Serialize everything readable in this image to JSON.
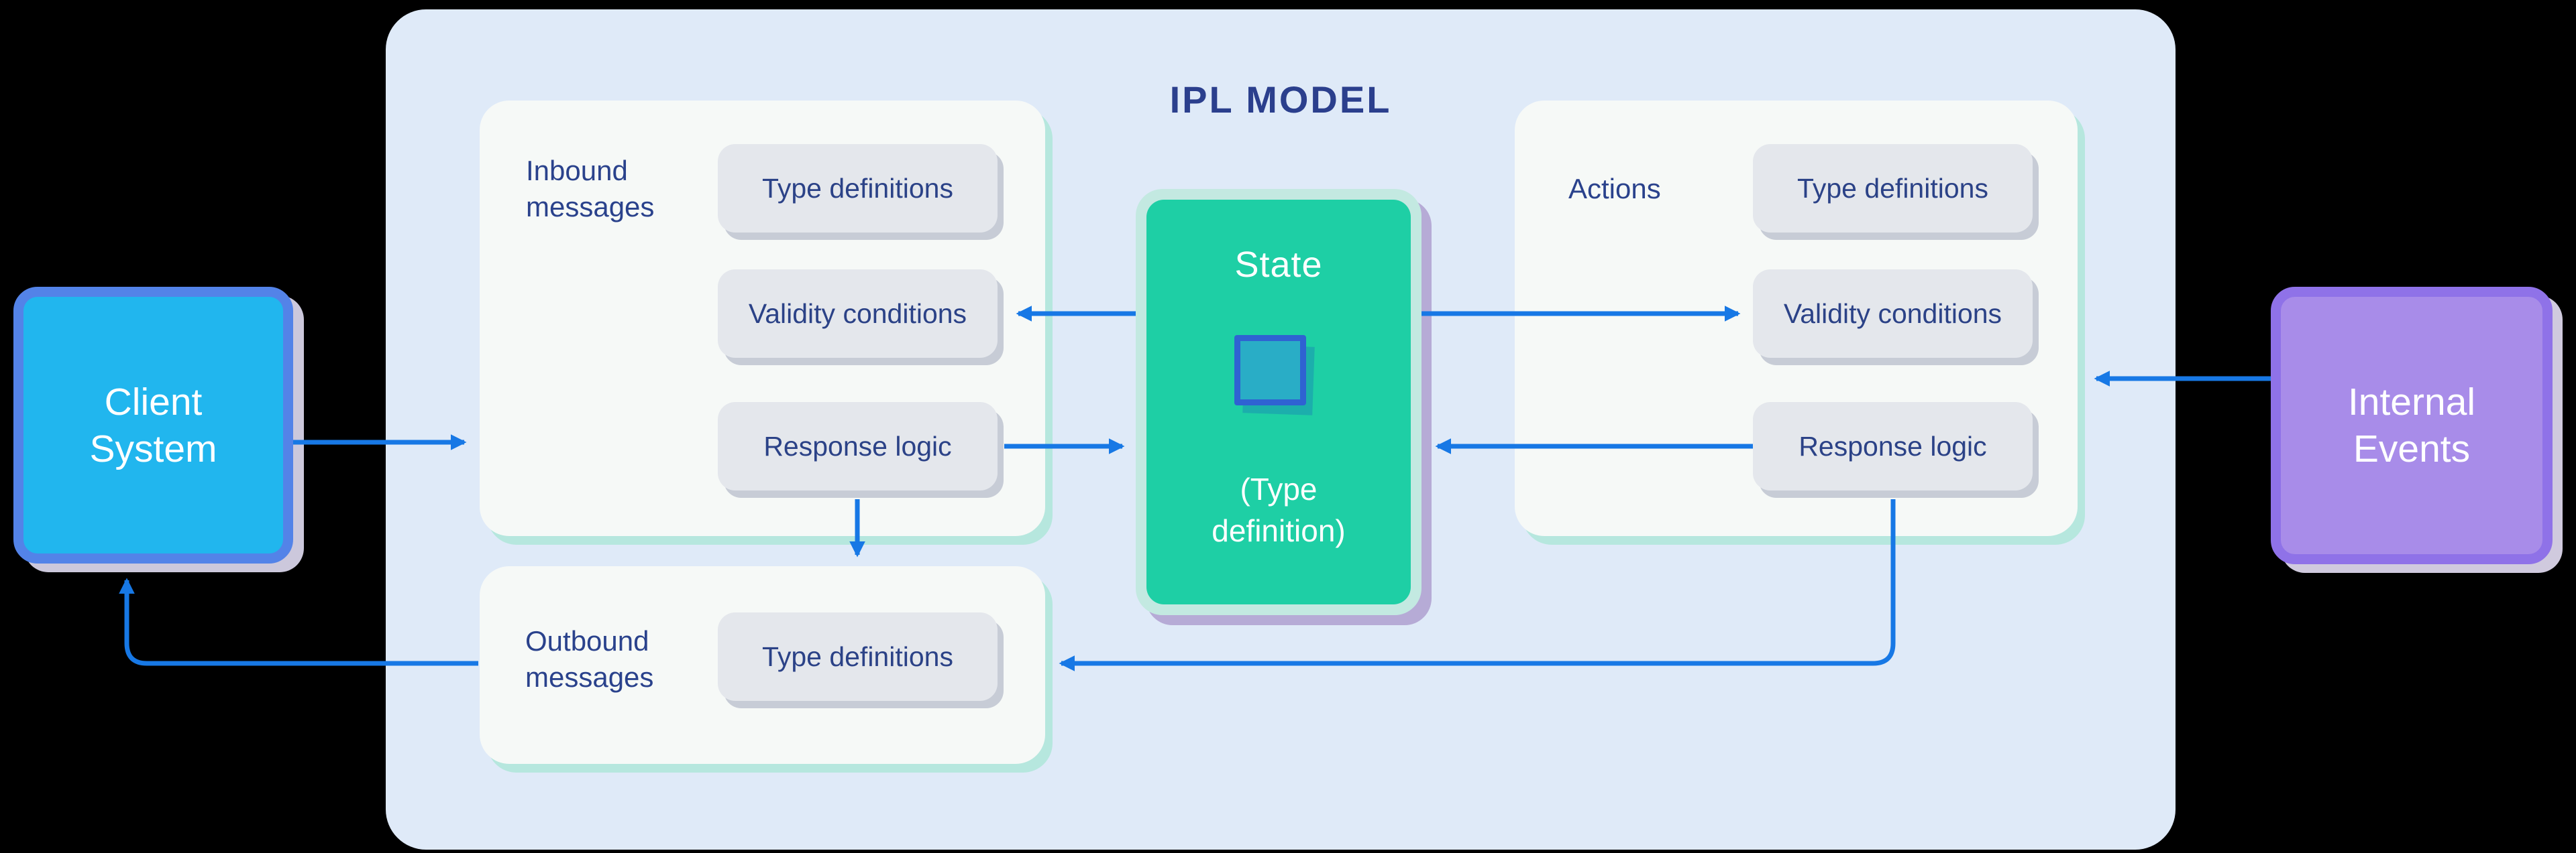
{
  "title": "IPL MODEL",
  "colors": {
    "background": "#000000",
    "container": "#dfeaf8",
    "panel": "#f6f9f7",
    "panel_shadow_mint": "#b6e7de",
    "button_fill": "#e4e7ec",
    "button_shadow": "#c7ccd6",
    "text_navy": "#2b3f8d",
    "state_green": "#1ecfa5",
    "state_frame_mint": "#c3e9e1",
    "client_cyan": "#21b6ee",
    "client_border": "#5383e8",
    "internal_purple": "#a88ce9",
    "internal_border": "#8f72e8",
    "arrow_blue": "#1778e5",
    "icon_fill_teal": "#29adc6",
    "icon_border_blue": "#2f62d2"
  },
  "nodes": {
    "client": {
      "line1": "Client",
      "line2": "System"
    },
    "internal": {
      "line1": "Internal",
      "line2": "Events"
    },
    "state": {
      "title": "State",
      "sub1": "(Type",
      "sub2": "definition)",
      "icon": "square-icon"
    }
  },
  "panels": {
    "inbound": {
      "label_line1": "Inbound",
      "label_line2": "messages",
      "buttons": [
        "Type definitions",
        "Validity conditions",
        "Response logic"
      ]
    },
    "actions": {
      "label": "Actions",
      "buttons": [
        "Type definitions",
        "Validity conditions",
        "Response logic"
      ]
    },
    "outbound": {
      "label_line1": "Outbound",
      "label_line2": "messages",
      "buttons": [
        "Type definitions"
      ]
    }
  },
  "arrows": [
    "client-to-inbound-panel",
    "state-to-inbound-validity",
    "inbound-response-to-state",
    "inbound-response-down-to-outbound",
    "state-to-actions-validity",
    "actions-response-to-state",
    "internal-events-to-actions-panel",
    "actions-response-to-outbound",
    "outbound-to-client"
  ]
}
